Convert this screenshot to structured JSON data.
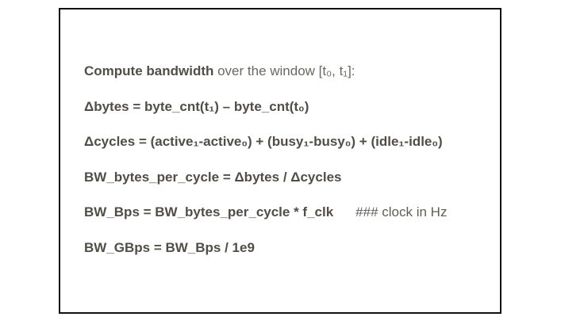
{
  "panel": {
    "intro": {
      "bold": "Compute bandwidth",
      "rest": " over the window [t₀, t₁]:"
    },
    "formulas": {
      "delta_bytes": "Δbytes = byte_cnt(t₁) – byte_cnt(t₀)",
      "delta_cycles": "Δcycles = (active₁-active₀) + (busy₁-busy₀) + (idle₁-idle₀)",
      "bw_bytes_per_cycle": "BW_bytes_per_cycle = Δbytes / Δcycles",
      "bw_bps": "BW_Bps = BW_bytes_per_cycle * f_clk",
      "bw_bps_comment": "### clock in Hz",
      "bw_gbps": "BW_GBps = BW_Bps / 1e9"
    }
  }
}
